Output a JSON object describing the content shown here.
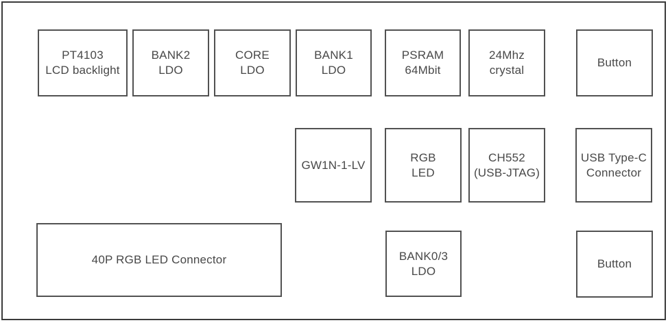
{
  "diagram": {
    "colors": {
      "outer_border": "#3a3a3a",
      "block_border": "#515151",
      "text": "#484848",
      "background": "#ffffff"
    },
    "blocks": {
      "pt4103": {
        "line1": "PT4103",
        "line2": "LCD backlight"
      },
      "bank2_ldo": {
        "line1": "BANK2",
        "line2": "LDO"
      },
      "core_ldo": {
        "line1": "CORE",
        "line2": "LDO"
      },
      "bank1_ldo": {
        "line1": "BANK1",
        "line2": "LDO"
      },
      "psram": {
        "line1": "PSRAM",
        "line2": "64Mbit"
      },
      "crystal": {
        "line1": "24Mhz",
        "line2": "crystal"
      },
      "button_top": {
        "line1": "Button"
      },
      "gw1n": {
        "line1": "GW1N-1-LV"
      },
      "rgb_led": {
        "line1": "RGB",
        "line2": "LED"
      },
      "ch552": {
        "line1": "CH552",
        "line2": "(USB-JTAG)"
      },
      "usb_type_c": {
        "line1": "USB Type-C",
        "line2": "Connector"
      },
      "connector_40p": {
        "line1": "40P RGB LED Connector"
      },
      "bank03_ldo": {
        "line1": "BANK0/3",
        "line2": "LDO"
      },
      "button_bottom": {
        "line1": "Button"
      }
    }
  }
}
